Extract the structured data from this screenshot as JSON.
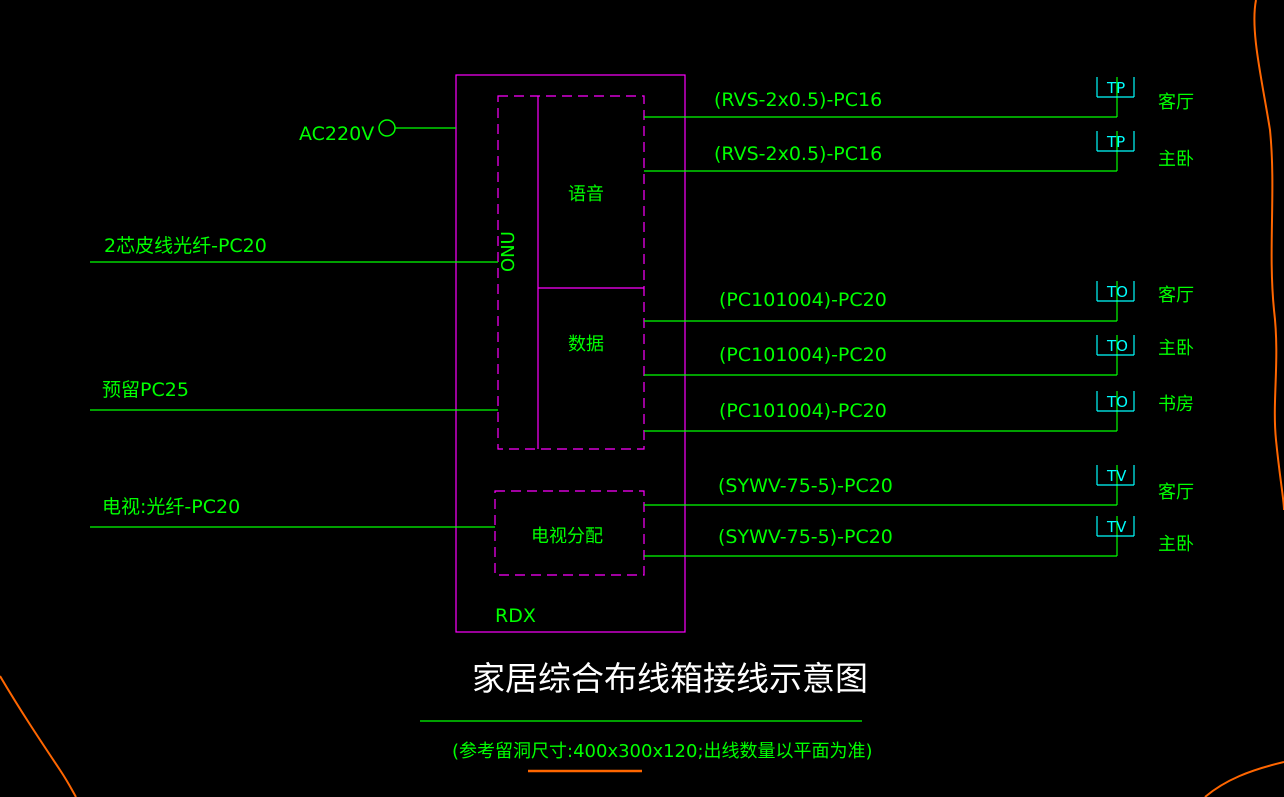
{
  "colors": {
    "background": "#000000",
    "wire": "#00ff00",
    "box": "#ff00ff",
    "terminal": "#00ffff",
    "title": "#ffffff",
    "boundary": "#ff6600"
  },
  "box_label": "RDX",
  "onu_label": "ONU",
  "module_voice": "语音",
  "module_data": "数据",
  "module_tv": "电视分配",
  "inputs": {
    "power": "AC220V",
    "fiber": "2芯皮线光纤-PC20",
    "reserve": "预留PC25",
    "tv": "电视:光纤-PC20"
  },
  "outputs": [
    {
      "cable": "(RVS-2x0.5)-PC16",
      "terminal": "TP",
      "room": "客厅"
    },
    {
      "cable": "(RVS-2x0.5)-PC16",
      "terminal": "TP",
      "room": "主卧"
    },
    {
      "cable": "(PC101004)-PC20",
      "terminal": "TO",
      "room": "客厅"
    },
    {
      "cable": "(PC101004)-PC20",
      "terminal": "TO",
      "room": "主卧"
    },
    {
      "cable": "(PC101004)-PC20",
      "terminal": "TO",
      "room": "书房"
    },
    {
      "cable": "(SYWV-75-5)-PC20",
      "terminal": "TV",
      "room": "客厅"
    },
    {
      "cable": "(SYWV-75-5)-PC20",
      "terminal": "TV",
      "room": "主卧"
    }
  ],
  "title": "家居综合布线箱接线示意图",
  "note": "(参考留洞尺寸:400x300x120;出线数量以平面为准)"
}
